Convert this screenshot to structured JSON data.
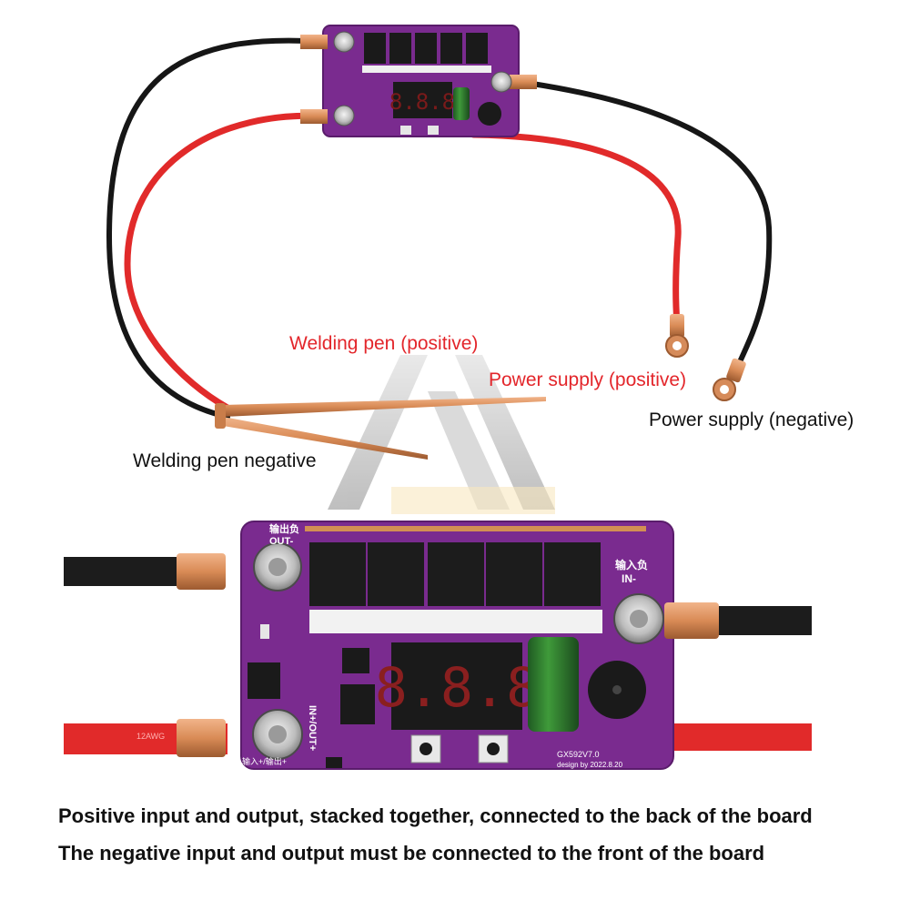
{
  "labels": {
    "welding_pen_positive": "Welding pen (positive)",
    "power_supply_positive": "Power supply (positive)",
    "power_supply_negative": "Power supply (negative)",
    "welding_pen_negative": "Welding pen negative"
  },
  "board": {
    "out_minus_cn": "输出负",
    "out_minus": "OUT-",
    "in_minus_cn": "输入负",
    "in_minus": "IN-",
    "in_out_plus": "IN+/OUT+",
    "in_out_plus_cn": "输入+/输出+",
    "display": "8.8.8",
    "model": "GX592V7.0",
    "design": "design by 2022.8.20",
    "wire_gauge": "12AWG"
  },
  "captions": {
    "line1": "Positive input and output, stacked together, connected to the back of the board",
    "line2": "The negative input and output must be connected to the front of the board"
  },
  "colors": {
    "board_purple": "#7a2b8f",
    "wire_red": "#e12a2a",
    "wire_black": "#161616",
    "copper": "#d7905f",
    "label_red": "#e3262b"
  }
}
